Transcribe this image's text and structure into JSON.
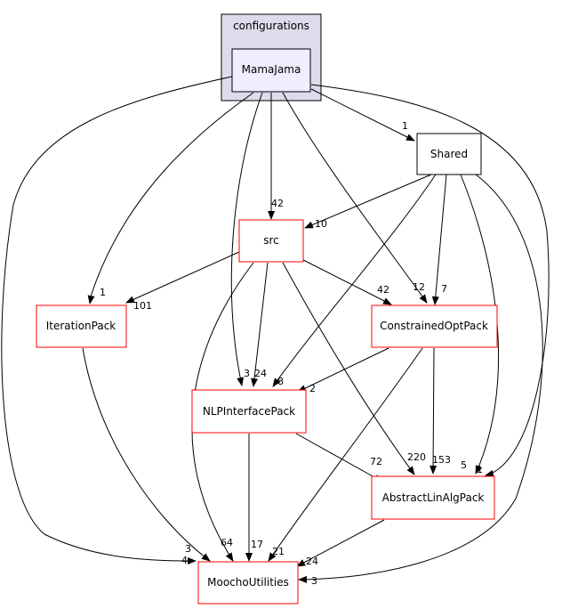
{
  "cluster": {
    "label": "configurations",
    "fill": "#dcdcec",
    "stroke": "#000000"
  },
  "nodes": {
    "mamajama": {
      "label": "MamaJama",
      "fill": "#eeeeff",
      "stroke": "#000000"
    },
    "shared": {
      "label": "Shared",
      "fill": "#ffffff",
      "stroke": "#000000"
    },
    "src": {
      "label": "src",
      "fill": "#ffffff",
      "stroke": "#ff0000"
    },
    "iterationpack": {
      "label": "IterationPack",
      "fill": "#ffffff",
      "stroke": "#ff0000"
    },
    "constrainedoptpack": {
      "label": "ConstrainedOptPack",
      "fill": "#ffffff",
      "stroke": "#ff0000"
    },
    "nlpinterfacepack": {
      "label": "NLPInterfacePack",
      "fill": "#ffffff",
      "stroke": "#ff0000"
    },
    "abstractlinalgpack": {
      "label": "AbstractLinAlgPack",
      "fill": "#ffffff",
      "stroke": "#ff0000"
    },
    "moochoutilities": {
      "label": "MoochoUtilities",
      "fill": "#ffffff",
      "stroke": "#ff0000"
    }
  },
  "edge_labels": {
    "mj_shared": "1",
    "mj_src": "42",
    "mj_iter": "1",
    "mj_cop": "12",
    "mj_nlp": "3",
    "mj_alap": "1",
    "mj_mu": "4",
    "shared_src": "10",
    "shared_cop": "7",
    "shared_nlp": "8",
    "shared_alap": "5",
    "shared_mu": "3",
    "src_iter": "101",
    "src_cop": "42",
    "src_nlp": "24",
    "src_alap": "220",
    "src_mu": "64",
    "iter_mu": "3",
    "cop_nlp": "2",
    "cop_alap": "153",
    "cop_mu": "21",
    "nlp_alap": "72",
    "nlp_mu": "17",
    "alap_mu": "24"
  }
}
